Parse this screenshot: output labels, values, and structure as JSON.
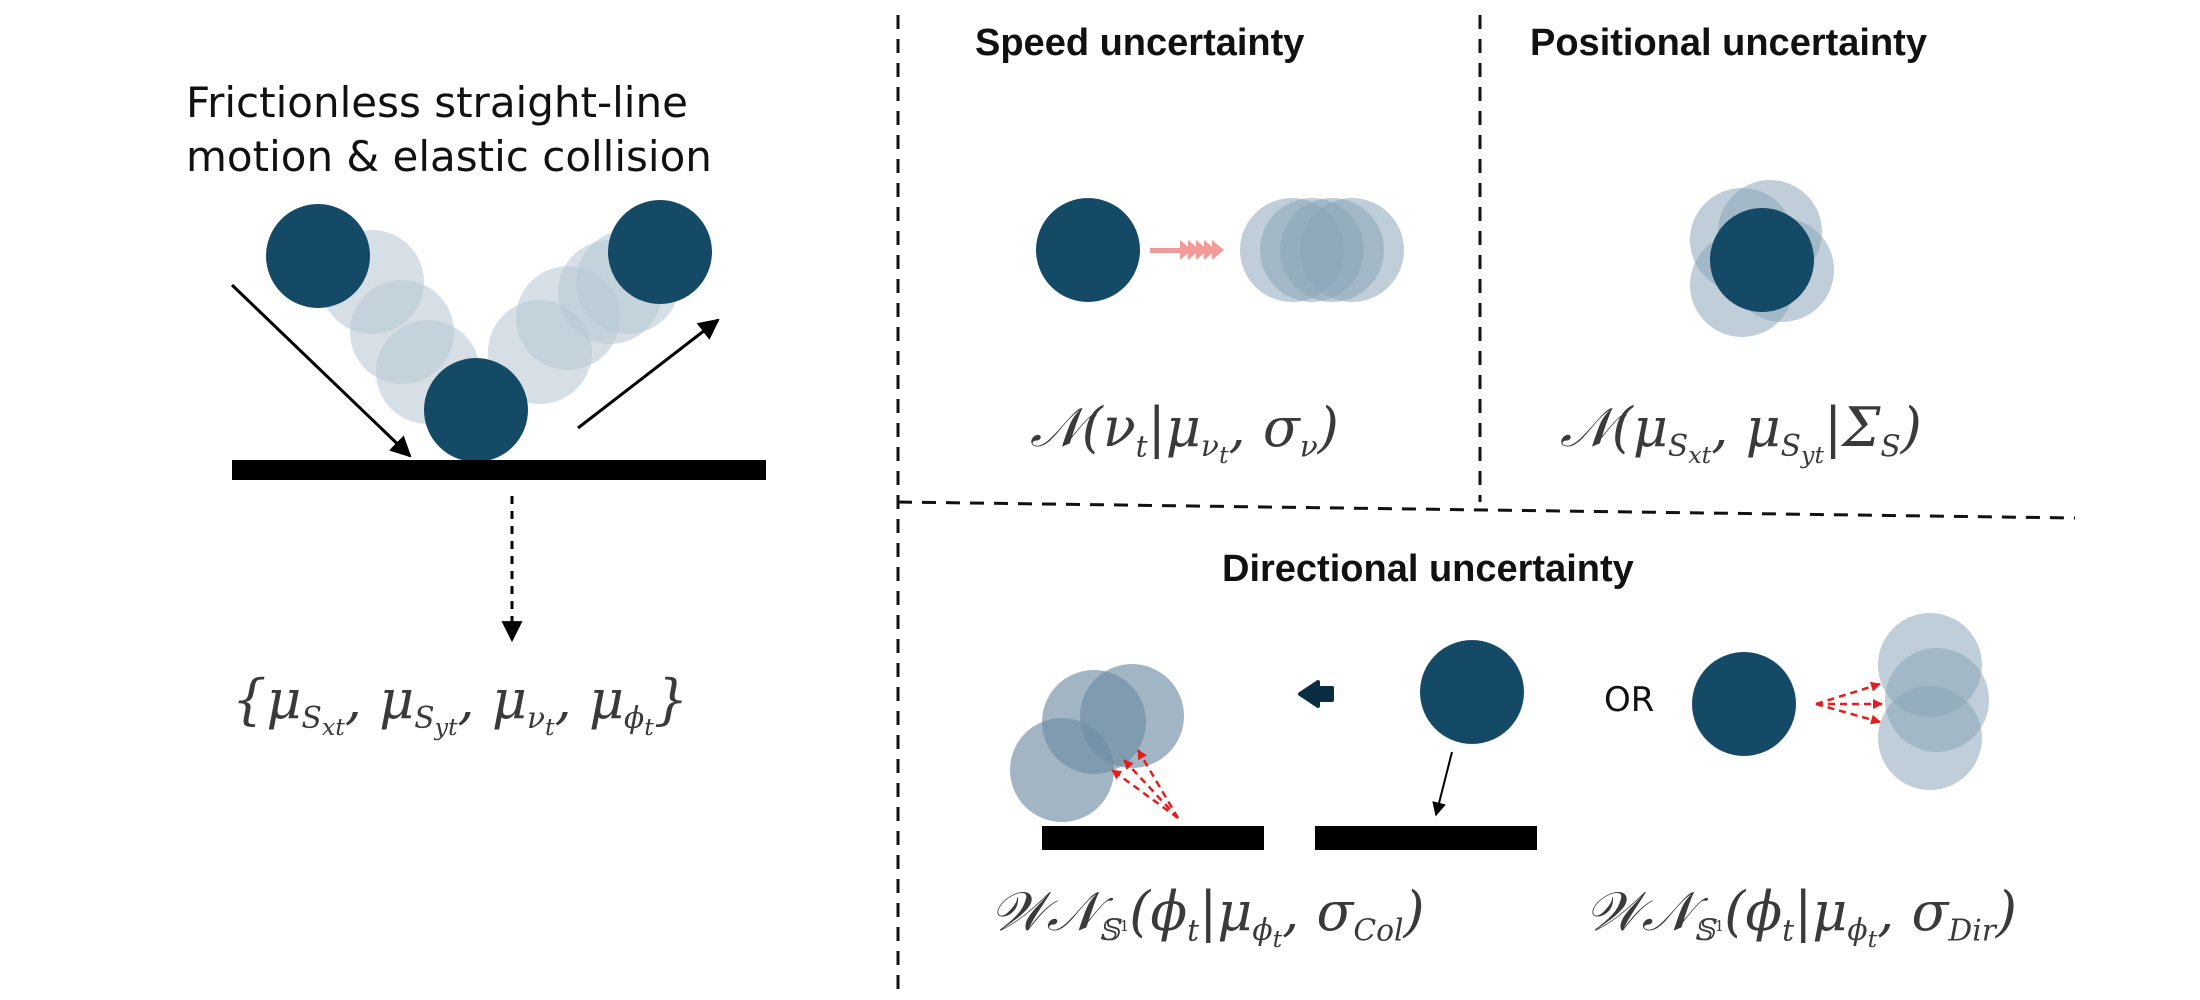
{
  "left_panel": {
    "caption_line1": "Frictionless straight-line",
    "caption_line2": "motion & elastic collision",
    "latent_parts": [
      "{",
      "μ",
      "S",
      "x",
      "t",
      ", ",
      "μ",
      "S",
      "y",
      "t",
      ", ",
      "μ",
      "ν",
      "t",
      ", ",
      "μ",
      "ϕ",
      "t",
      "}"
    ]
  },
  "speed": {
    "title": "Speed uncertainty",
    "formula_parts": [
      "𝒩",
      "(",
      "ν",
      "t",
      "|",
      "μ",
      "ν",
      "t",
      ", ",
      "σ",
      "ν",
      ")"
    ]
  },
  "positional": {
    "title": "Positional uncertainty",
    "formula_parts": [
      "𝒩",
      "(",
      "μ",
      "S",
      "x",
      "t",
      ", ",
      "μ",
      "S",
      "y",
      "t",
      "|",
      "Σ",
      "S",
      ")"
    ]
  },
  "directional": {
    "title": "Directional uncertainty",
    "or_label": "OR",
    "collision_formula_parts": [
      "𝒲𝒩",
      "𝕊",
      "1",
      "(",
      "ϕ",
      "t",
      "|",
      "μ",
      "ϕ",
      "t",
      ", ",
      "σ",
      "Col",
      ")"
    ],
    "direction_formula_parts": [
      "𝒲𝒩",
      "𝕊",
      "1",
      "(",
      "ϕ",
      "t",
      "|",
      "μ",
      "ϕ",
      "t",
      ", ",
      "σ",
      "Dir",
      ")"
    ]
  },
  "colors": {
    "ball": "#154a66",
    "ghost": "#8aa6b8",
    "ghost_light": "#b9c9d3",
    "wall": "#000000",
    "arrow": "#000000",
    "red_arrow": "#e41e1e",
    "pink_arrow": "#f19a9a"
  }
}
